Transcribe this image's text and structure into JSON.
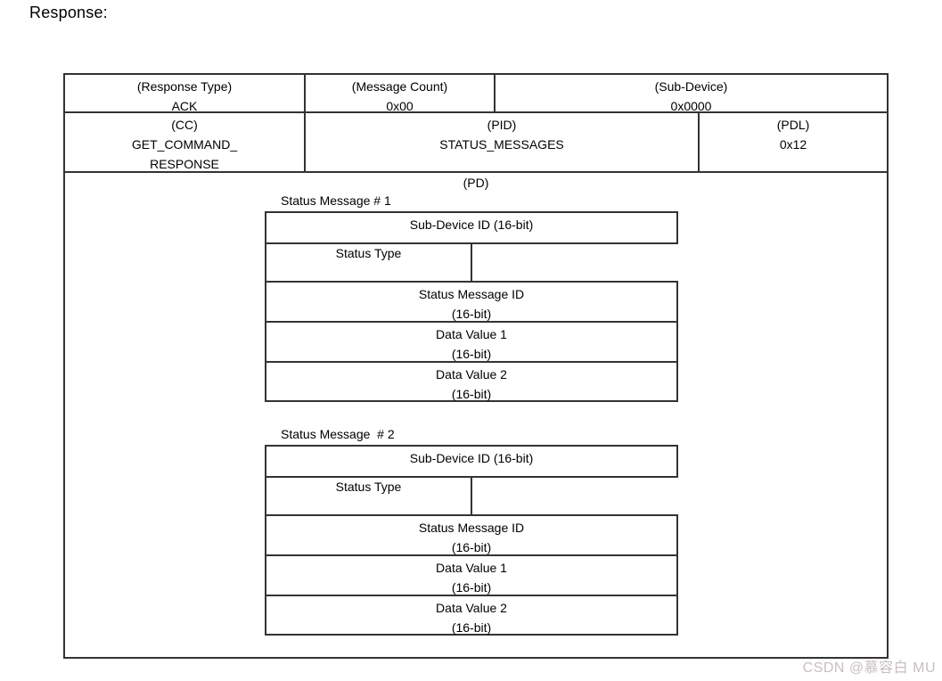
{
  "page": {
    "title": "Response:"
  },
  "watermark": "CSDN @慕容白 MU",
  "colors": {
    "border": "#333333",
    "text": "#000000",
    "background": "#ffffff",
    "watermark": "#c9bebe"
  },
  "packet_table": {
    "row1": [
      {
        "lines": [
          "(Response Type)",
          "ACK"
        ]
      },
      {
        "lines": [
          "(Message Count)",
          "0x00"
        ]
      },
      {
        "lines": [
          "(Sub-Device)",
          "0x0000"
        ]
      }
    ],
    "row2": [
      {
        "lines": [
          "(CC)",
          "GET_COMMAND_",
          "RESPONSE"
        ]
      },
      {
        "lines": [
          "(PID)",
          "STATUS_MESSAGES"
        ]
      },
      {
        "lines": [
          "(PDL)",
          "0x12"
        ]
      }
    ],
    "pd_label": "(PD)",
    "status_messages": [
      {
        "title": "Status Message # 1",
        "rows": [
          {
            "lines": [
              "Sub-Device ID (16-bit)"
            ]
          },
          {
            "lines": [
              "Status Type"
            ]
          },
          {
            "lines": [
              "Status Message ID",
              "(16-bit)"
            ]
          },
          {
            "lines": [
              "Data Value 1",
              "(16-bit)"
            ]
          },
          {
            "lines": [
              "Data Value 2",
              "(16-bit)"
            ]
          }
        ]
      },
      {
        "title": "Status Message  # 2",
        "rows": [
          {
            "lines": [
              "Sub-Device ID (16-bit)"
            ]
          },
          {
            "lines": [
              "Status Type"
            ]
          },
          {
            "lines": [
              "Status Message ID",
              "(16-bit)"
            ]
          },
          {
            "lines": [
              "Data Value 1",
              "(16-bit)"
            ]
          },
          {
            "lines": [
              "Data Value 2",
              "(16-bit)"
            ]
          }
        ]
      }
    ]
  }
}
